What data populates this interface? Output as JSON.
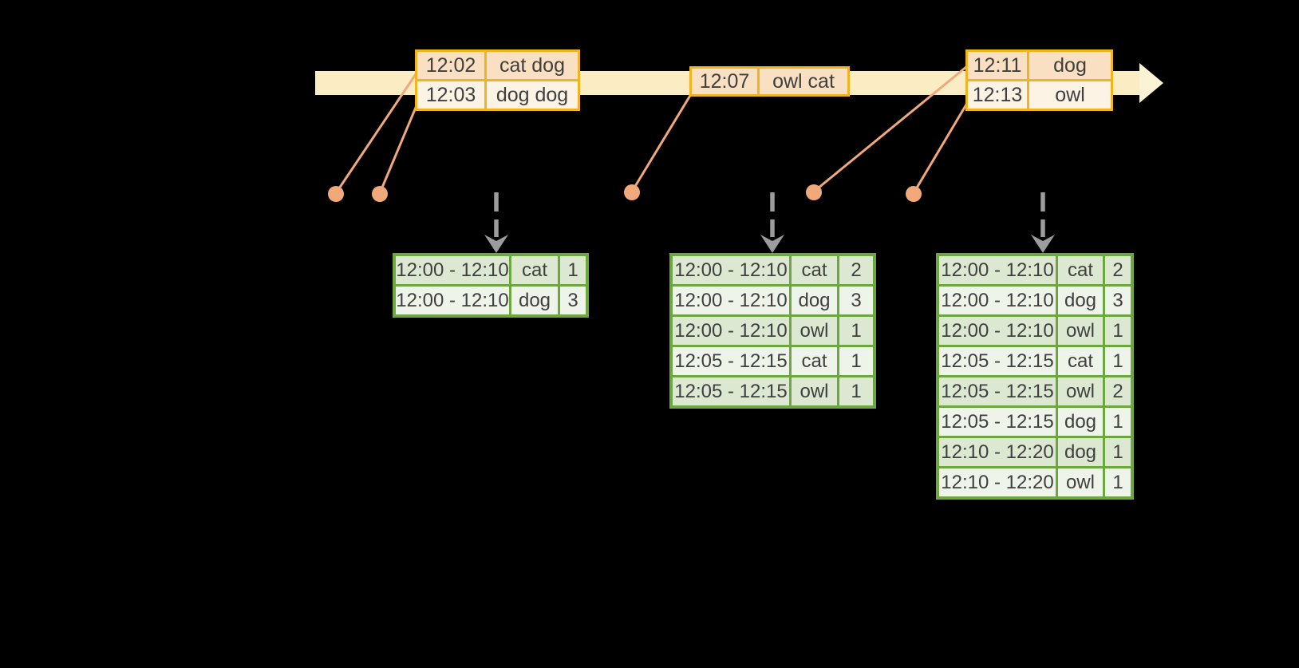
{
  "colors": {
    "background": "#000000",
    "timeline_band": "#FBEDC3",
    "timeline_arrowhead": "#FCF3D7",
    "event_table_border": "#F1B31E",
    "event_row_peach": "#F9E0C2",
    "event_row_cream": "#FDF3E4",
    "connector_salmon": "#F0A87C",
    "trigger_arrow_gray": "#9C9C9C",
    "result_table_border": "#6CA73F",
    "result_row_green": "#DCE8D2",
    "result_row_pale": "#EFF4EA",
    "text": "#3F3F3F"
  },
  "event_tables": [
    {
      "rows": [
        {
          "time": "12:02",
          "words": "cat dog"
        },
        {
          "time": "12:03",
          "words": "dog dog"
        }
      ]
    },
    {
      "rows": [
        {
          "time": "12:07",
          "words": "owl cat"
        }
      ]
    },
    {
      "rows": [
        {
          "time": "12:11",
          "words": "dog"
        },
        {
          "time": "12:13",
          "words": "owl"
        }
      ]
    }
  ],
  "result_tables": [
    {
      "rows": [
        {
          "window": "12:00 - 12:10",
          "word": "cat",
          "count": "1"
        },
        {
          "window": "12:00 - 12:10",
          "word": "dog",
          "count": "3"
        }
      ]
    },
    {
      "rows": [
        {
          "window": "12:00 - 12:10",
          "word": "cat",
          "count": "2"
        },
        {
          "window": "12:00 - 12:10",
          "word": "dog",
          "count": "3"
        },
        {
          "window": "12:00 - 12:10",
          "word": "owl",
          "count": "1"
        },
        {
          "window": "12:05 - 12:15",
          "word": "cat",
          "count": "1"
        },
        {
          "window": "12:05 - 12:15",
          "word": "owl",
          "count": "1"
        }
      ]
    },
    {
      "rows": [
        {
          "window": "12:00 - 12:10",
          "word": "cat",
          "count": "2"
        },
        {
          "window": "12:00 - 12:10",
          "word": "dog",
          "count": "3"
        },
        {
          "window": "12:00 - 12:10",
          "word": "owl",
          "count": "1"
        },
        {
          "window": "12:05 - 12:15",
          "word": "cat",
          "count": "1"
        },
        {
          "window": "12:05 - 12:15",
          "word": "owl",
          "count": "2"
        },
        {
          "window": "12:05 - 12:15",
          "word": "dog",
          "count": "1"
        },
        {
          "window": "12:10 - 12:20",
          "word": "dog",
          "count": "1"
        },
        {
          "window": "12:10 - 12:20",
          "word": "owl",
          "count": "1"
        }
      ]
    }
  ]
}
